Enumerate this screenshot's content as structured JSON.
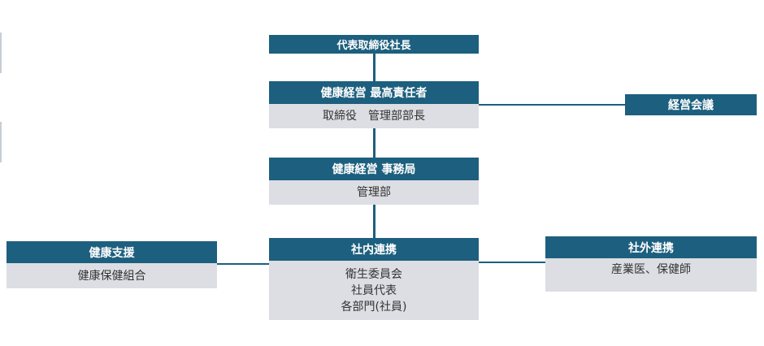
{
  "nodes": {
    "president": {
      "title": "代表取締役社長"
    },
    "cho": {
      "title": "健康経営 最高責任者",
      "body": [
        "取締役　管理部部長"
      ]
    },
    "meeting": {
      "title": "経営会議"
    },
    "office": {
      "title": "健康経営 事務局",
      "body": [
        "管理部"
      ]
    },
    "internal": {
      "title": "社内連携",
      "body": [
        "衛生委員会",
        "社員代表",
        "各部門(社員)"
      ]
    },
    "support": {
      "title": "健康支援",
      "body": [
        "健康保健組合"
      ]
    },
    "external": {
      "title": "社外連携",
      "body": [
        "産業医、保健師"
      ]
    }
  },
  "colors": {
    "header": "#1d5f7e",
    "body": "#dcdee3",
    "line": "#1d5f7e"
  }
}
